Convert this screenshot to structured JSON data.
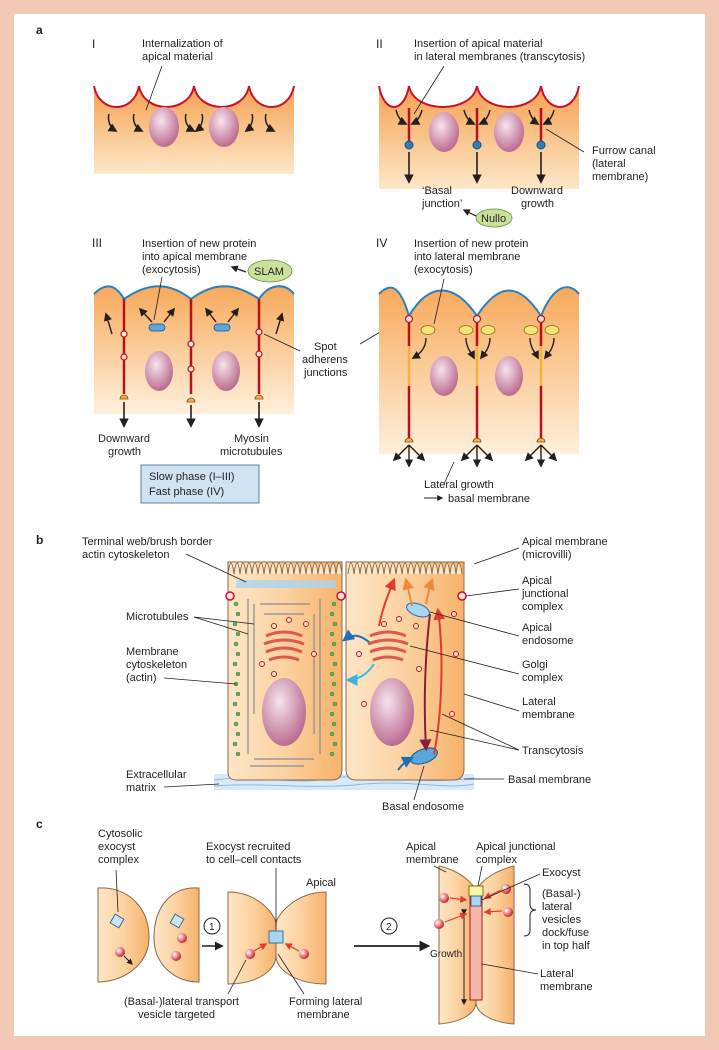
{
  "colors": {
    "border": "#f2c9b4",
    "cytoplasm_light": "#fde8c8",
    "cytoplasm_dark": "#f5a050",
    "apical_membrane_red": "#c8102e",
    "apical_membrane_blue": "#2a7fc1",
    "lateral_membrane": "#b5121b",
    "nucleus": "#c77a98",
    "golgi": "#e0574f",
    "slam_oval": "#c9e29b",
    "legend_box": "#cfe3f3",
    "arrow": "#231f20"
  },
  "panel_a": {
    "letter": "a",
    "stage1": {
      "roman": "I",
      "caption_line1": "Internalization of",
      "caption_line2": "apical material"
    },
    "stage2": {
      "roman": "II",
      "caption_line1": "Insertion of apical material",
      "caption_line2": "in lateral membranes (transcytosis)",
      "furrow_line1": "Furrow canal",
      "furrow_line2": "(lateral",
      "furrow_line3": "membrane)",
      "basal_line1": "‘Basal",
      "basal_line2": "junction’",
      "downward_line1": "Downward",
      "downward_line2": "growth",
      "nullo": "Nullo"
    },
    "stage3": {
      "roman": "III",
      "caption_line1": "Insertion of new protein",
      "caption_line2": "into apical membrane",
      "caption_line3": "(exocytosis)",
      "slam": "SLAM",
      "downward_line1": "Downward",
      "downward_line2": "growth",
      "myosin_line1": "Myosin",
      "myosin_line2": "microtubules"
    },
    "spot_line1": "Spot",
    "spot_line2": "adherens",
    "spot_line3": "junctions",
    "stage4": {
      "roman": "IV",
      "caption_line1": "Insertion of new protein",
      "caption_line2": "into lateral membrane",
      "caption_line3": "(exocytosis)",
      "lateral_line1": "Lateral growth",
      "lateral_line2": "basal membrane"
    },
    "legend_slow": "Slow phase (I–III)",
    "legend_fast": "Fast phase (IV)"
  },
  "panel_b": {
    "letter": "b",
    "terminal_web_line1": "Terminal web/brush border",
    "terminal_web_line2": "actin cytoskeleton",
    "microtubules": "Microtubules",
    "membrane_cyto_line1": "Membrane",
    "membrane_cyto_line2": "cytoskeleton",
    "membrane_cyto_line3": "(actin)",
    "extracellular_line1": "Extracellular",
    "extracellular_line2": "matrix",
    "apical_membrane_line1": "Apical membrane",
    "apical_membrane_line2": "(microvilli)",
    "apical_junctional_line1": "Apical",
    "apical_junctional_line2": "junctional",
    "apical_junctional_line3": "complex",
    "apical_endosome_line1": "Apical",
    "apical_endosome_line2": "endosome",
    "golgi_line1": "Golgi",
    "golgi_line2": "complex",
    "lateral_line1": "Lateral",
    "lateral_line2": "membrane",
    "transcytosis": "Transcytosis",
    "basal_membrane": "Basal membrane",
    "basal_endosome": "Basal endosome"
  },
  "panel_c": {
    "letter": "c",
    "cytosolic_line1": "Cytosolic",
    "cytosolic_line2": "exocyst",
    "cytosolic_line3": "complex",
    "recruited_line1": "Exocyst recruited",
    "recruited_line2": "to cell–cell contacts",
    "apical": "Apical",
    "step1": "1",
    "step2": "2",
    "transport_line1": "(Basal-)lateral transport",
    "transport_line2": "vesicle targeted",
    "forming_line1": "Forming lateral",
    "forming_line2": "membrane",
    "apical_membrane_line1": "Apical",
    "apical_membrane_line2": "membrane",
    "apical_junctional_line1": "Apical junctional",
    "apical_junctional_line2": "complex",
    "exocyst": "Exocyst",
    "vesicles_line1": "(Basal-)",
    "vesicles_line2": "lateral",
    "vesicles_line3": "vesicles",
    "vesicles_line4": "dock/fuse",
    "vesicles_line5": "in top half",
    "growth": "Growth",
    "lateral_membrane_line1": "Lateral",
    "lateral_membrane_line2": "membrane"
  }
}
